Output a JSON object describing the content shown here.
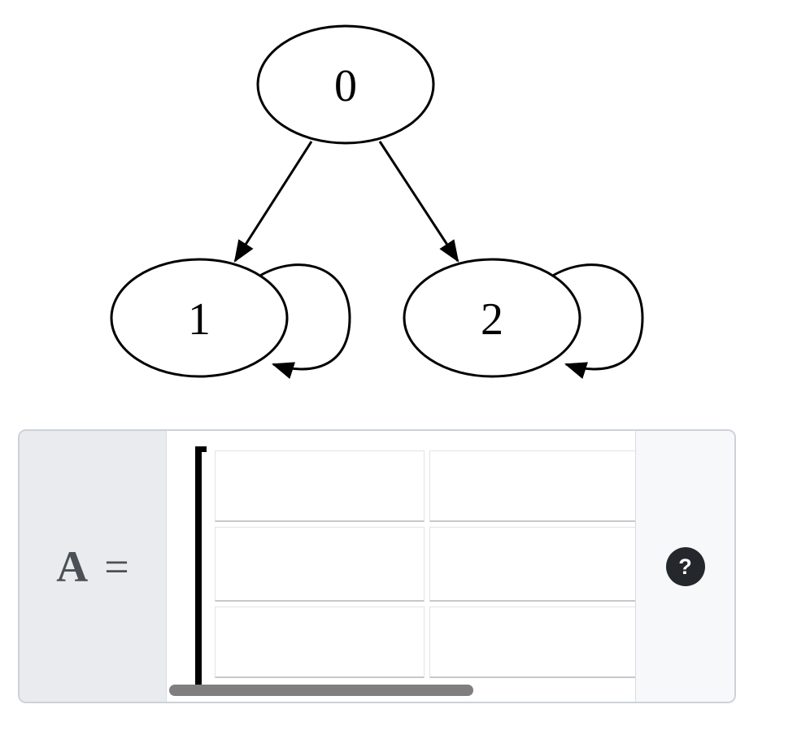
{
  "graph": {
    "nodes": [
      {
        "id": "0",
        "label": "0"
      },
      {
        "id": "1",
        "label": "1"
      },
      {
        "id": "2",
        "label": "2"
      }
    ],
    "edges": [
      {
        "from": "0",
        "to": "1"
      },
      {
        "from": "0",
        "to": "2"
      },
      {
        "from": "1",
        "to": "1",
        "self_loop": true
      },
      {
        "from": "2",
        "to": "2",
        "self_loop": true
      }
    ]
  },
  "matrix": {
    "label": "A",
    "equals": "=",
    "visible_rows": 3,
    "visible_columns": 2,
    "cells": [
      [
        "",
        ""
      ],
      [
        "",
        ""
      ],
      [
        "",
        ""
      ]
    ],
    "help_button_label": "?"
  },
  "colors": {
    "panel_border": "#cdd2d8",
    "label_section_bg": "#e9ebee",
    "help_section_bg": "#f7f8f9",
    "label_text": "#4b5056",
    "help_button_bg": "#24282d",
    "scrollbar_thumb": "#7f7f7f",
    "graph_stroke": "#000000"
  }
}
